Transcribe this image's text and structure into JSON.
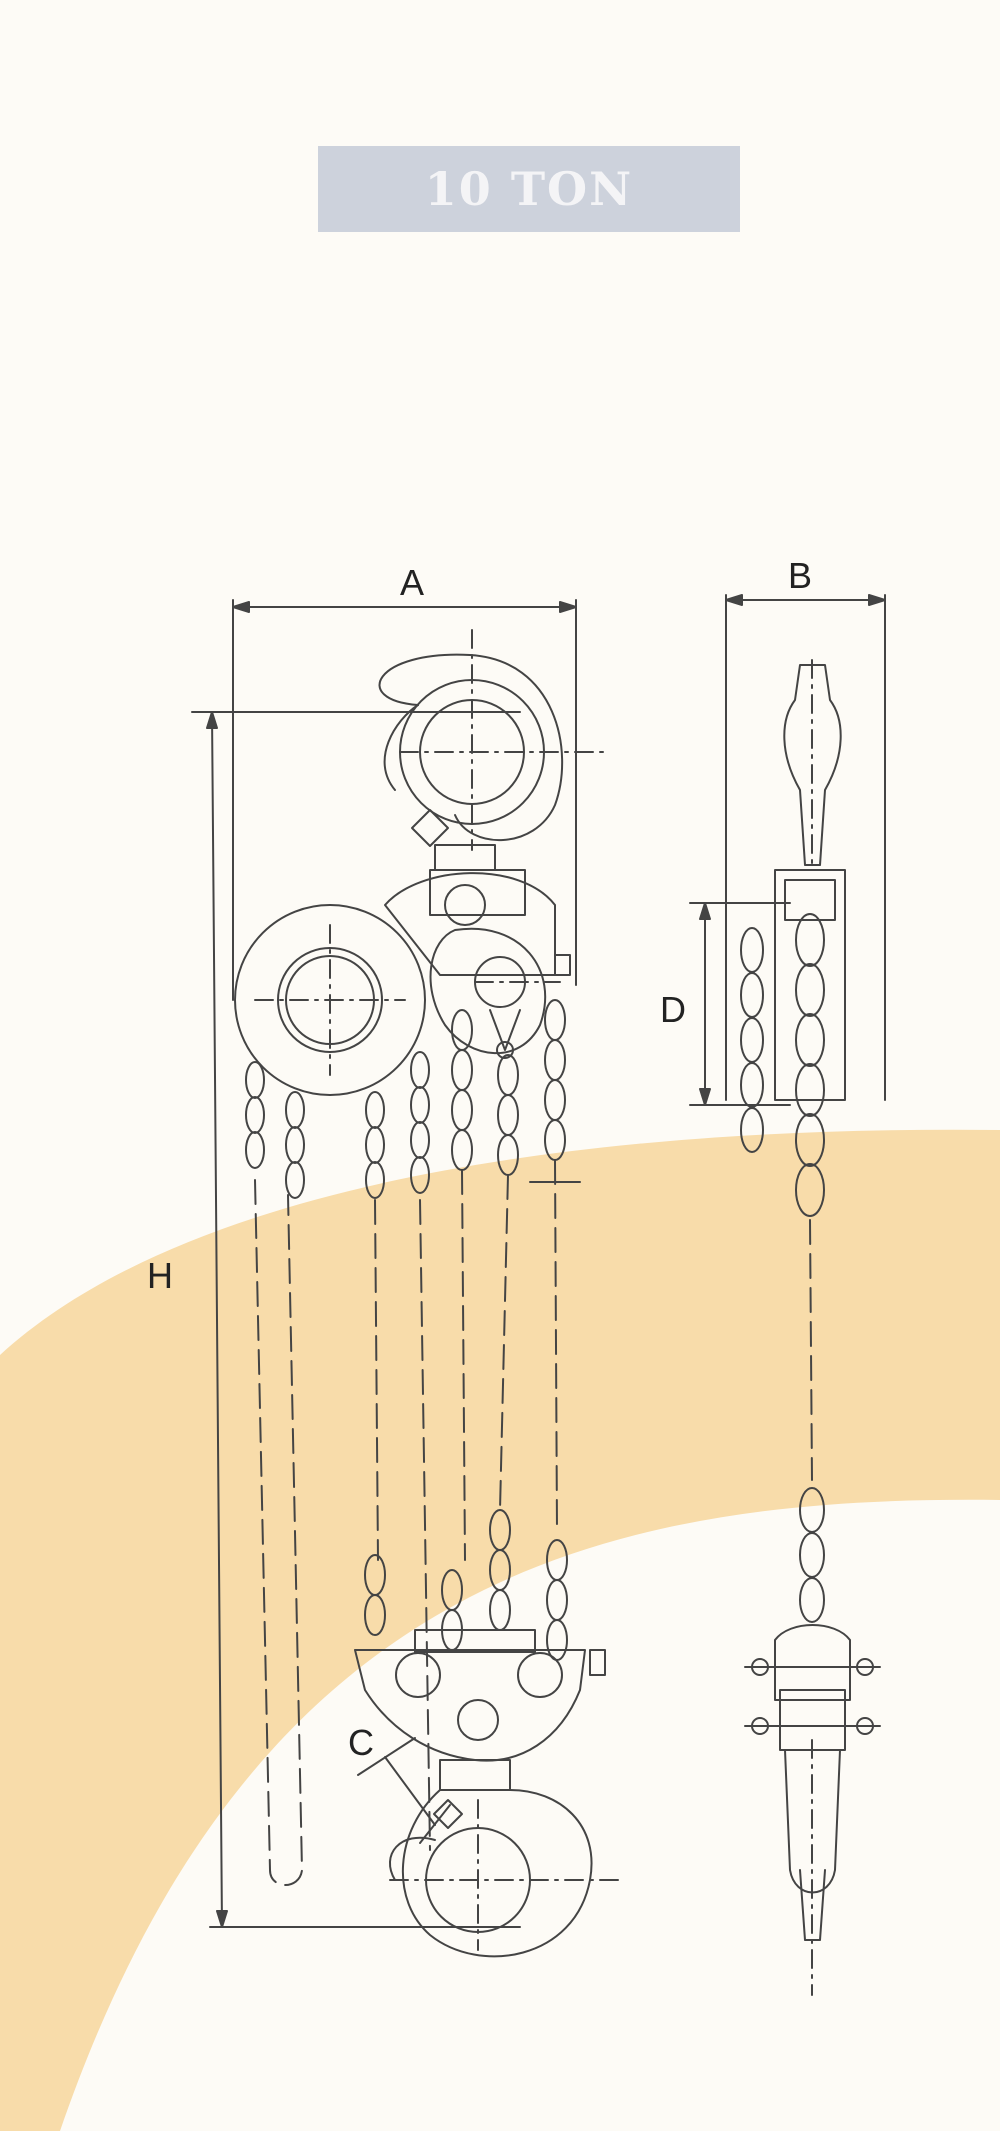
{
  "title": "10 TON",
  "labels": {
    "a": "A",
    "b": "B",
    "c": "C",
    "d": "D",
    "h": "H"
  },
  "colors": {
    "banner": "#cdd2dc",
    "banner_text": "#f4f4f6",
    "background_band": "#f8dcaa",
    "line": "#444444"
  }
}
